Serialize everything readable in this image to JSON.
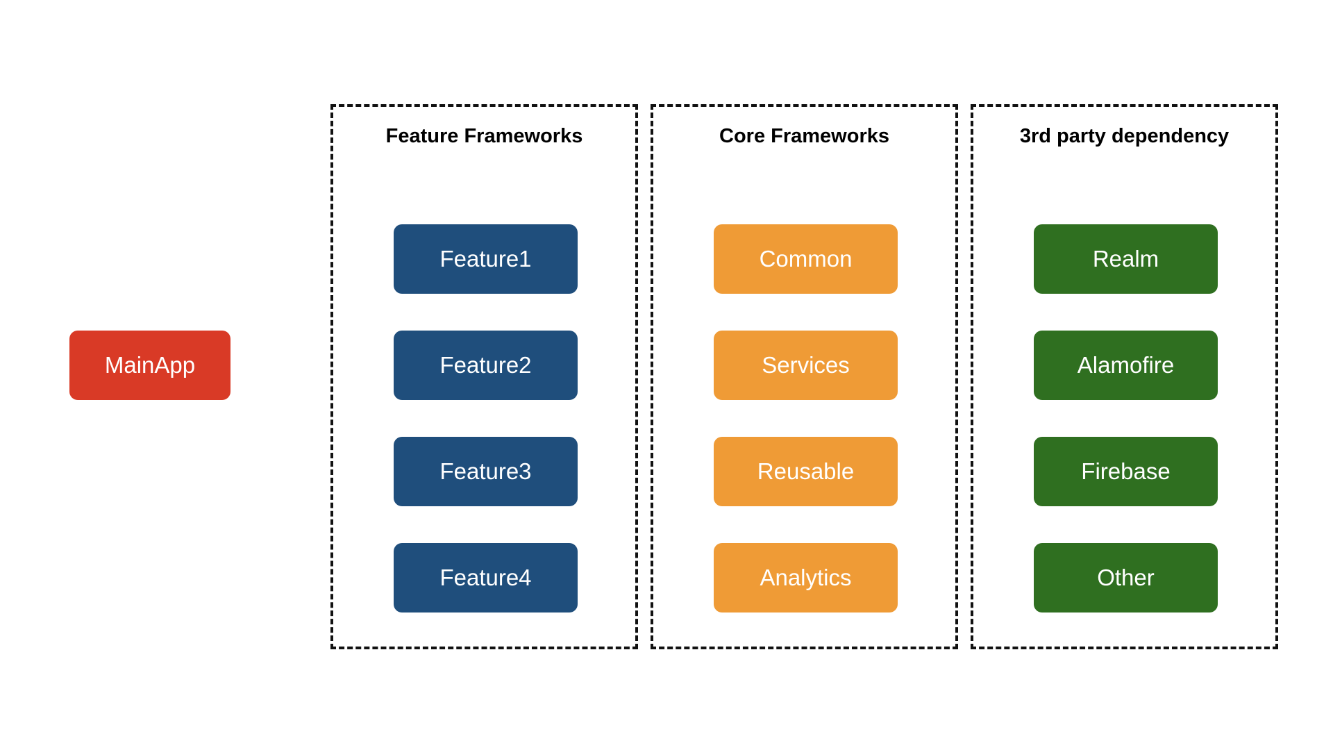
{
  "main_app": {
    "label": "MainApp",
    "color": "#d93a26"
  },
  "groups": [
    {
      "title": "Feature Frameworks",
      "color": "#1f4e7c",
      "items": [
        "Feature1",
        "Feature2",
        "Feature3",
        "Feature4"
      ]
    },
    {
      "title": "Core Frameworks",
      "color": "#ef9b36",
      "items": [
        "Common",
        "Services",
        "Reusable",
        "Analytics"
      ]
    },
    {
      "title": "3rd party dependency",
      "color": "#2f6f20",
      "items": [
        "Realm",
        "Alamofire",
        "Firebase",
        "Other"
      ]
    }
  ]
}
